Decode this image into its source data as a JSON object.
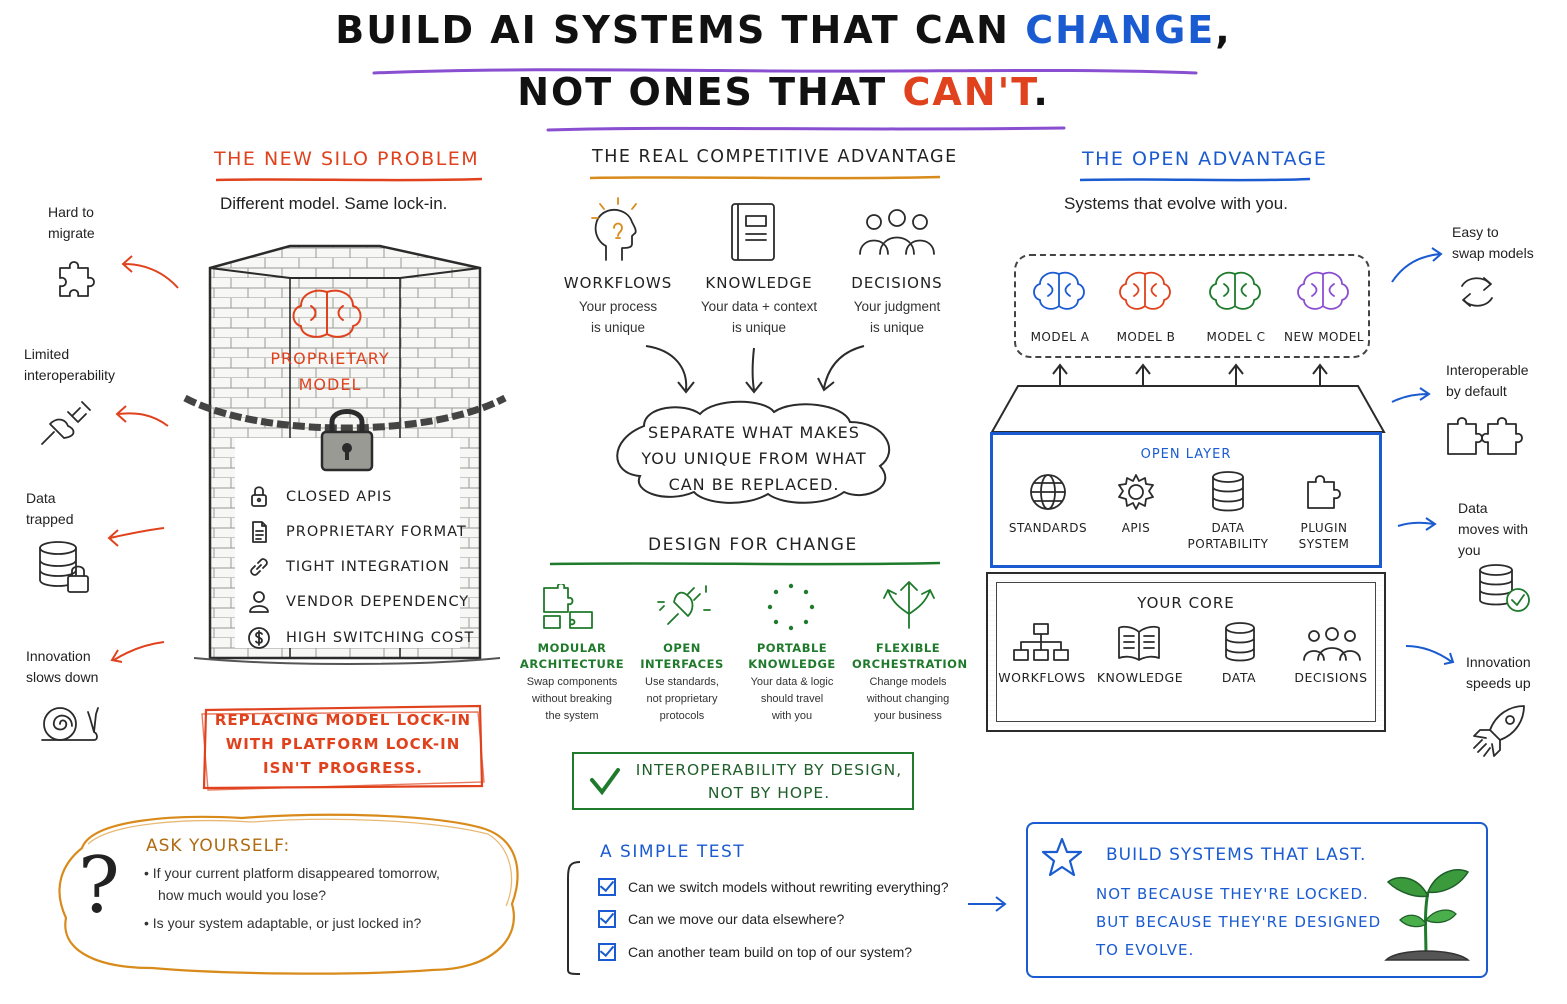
{
  "title": {
    "line1_prefix": "Build AI systems that can ",
    "line1_highlight": "change",
    "line1_suffix": ",",
    "line2_prefix": "not ones that ",
    "line2_highlight": "can't",
    "line2_suffix": "."
  },
  "colors": {
    "red": "#e0421d",
    "blue": "#1a5bd1",
    "green": "#1f7a2c",
    "orange": "#d88b1a",
    "purple": "#8a4fd1"
  },
  "left": {
    "heading": "The new silo problem",
    "subtitle": "Different model. Same lock-in.",
    "tower_label_line1": "Proprietary",
    "tower_label_line2": "Model",
    "lock_items": [
      {
        "icon": "lock-icon",
        "label": "Closed APIs"
      },
      {
        "icon": "document-icon",
        "label": "Proprietary format"
      },
      {
        "icon": "link-icon",
        "label": "Tight integration"
      },
      {
        "icon": "person-icon",
        "label": "Vendor dependency"
      },
      {
        "icon": "dollar-icon",
        "label": "High switching cost"
      }
    ],
    "side_labels": [
      {
        "line1": "Hard to",
        "line2": "migrate",
        "icon": "puzzle-icon"
      },
      {
        "line1": "Limited",
        "line2": "interoperability",
        "icon": "unplugged-icon"
      },
      {
        "line1": "Data",
        "line2": "trapped",
        "icon": "locked-database-icon"
      },
      {
        "line1": "Innovation",
        "line2": "slows down",
        "icon": "snail-icon"
      }
    ],
    "warning_line1": "Replacing model lock-in",
    "warning_line2": "with platform lock-in",
    "warning_line3": "isn't progress."
  },
  "center": {
    "heading": "The real competitive advantage",
    "pillars": [
      {
        "icon": "lightbulb-head-icon",
        "name": "Workflows",
        "desc1": "Your process",
        "desc2": "is unique"
      },
      {
        "icon": "notebook-icon",
        "name": "Knowledge",
        "desc1": "Your data + context",
        "desc2": "is unique"
      },
      {
        "icon": "people-icon",
        "name": "Decisions",
        "desc1": "Your judgment",
        "desc2": "is unique"
      }
    ],
    "cloud_line1": "Separate what makes",
    "cloud_line2": "you unique from what",
    "cloud_line3": "can be replaced.",
    "design_heading": "Design for change",
    "design_items": [
      {
        "icon": "puzzle-pieces-icon",
        "name1": "Modular",
        "name2": "architecture",
        "desc1": "Swap components",
        "desc2": "without breaking",
        "desc3": "the system"
      },
      {
        "icon": "plug-icon",
        "name1": "Open",
        "name2": "interfaces",
        "desc1": "Use standards,",
        "desc2": "not proprietary",
        "desc3": "protocols"
      },
      {
        "icon": "dot-circle-icon",
        "name1": "Portable",
        "name2": "knowledge",
        "desc1": "Your data & logic",
        "desc2": "should travel",
        "desc3": "with you"
      },
      {
        "icon": "branching-arrows-icon",
        "name1": "Flexible",
        "name2": "orchestration",
        "desc1": "Change models",
        "desc2": "without changing",
        "desc3": "your business"
      }
    ],
    "interop_line1": "Interoperability by design,",
    "interop_line2": "not by hope.",
    "test_heading": "A simple test",
    "test_items": [
      "Can we switch models without rewriting everything?",
      "Can we move our data elsewhere?",
      "Can another team build on top of our system?"
    ]
  },
  "right": {
    "heading": "The open advantage",
    "subtitle": "Systems that evolve with you.",
    "models": [
      "Model A",
      "Model B",
      "Model C",
      "New model"
    ],
    "open_layer_title": "Open layer",
    "open_items": [
      {
        "icon": "globe-icon",
        "line1": "Standards",
        "line2": ""
      },
      {
        "icon": "gear-icon",
        "line1": "APIs",
        "line2": ""
      },
      {
        "icon": "database-icon",
        "line1": "Data",
        "line2": "portability"
      },
      {
        "icon": "puzzle-icon",
        "line1": "Plugin",
        "line2": "system"
      }
    ],
    "core_title": "Your core",
    "core_items": [
      {
        "icon": "flowchart-icon",
        "label": "Workflows"
      },
      {
        "icon": "book-icon",
        "label": "Knowledge"
      },
      {
        "icon": "database-icon",
        "label": "Data"
      },
      {
        "icon": "people-icon",
        "label": "Decisions"
      }
    ],
    "side_labels": [
      {
        "line1": "Easy to",
        "line2": "swap models",
        "line3": "",
        "icon": "swap-arrows-icon"
      },
      {
        "line1": "Interoperable",
        "line2": "by default",
        "line3": "",
        "icon": "puzzle-pair-icon"
      },
      {
        "line1": "Data",
        "line2": "moves with",
        "line3": "you",
        "icon": "database-check-icon"
      },
      {
        "line1": "Innovation",
        "line2": "speeds up",
        "line3": "",
        "icon": "rocket-icon"
      }
    ]
  },
  "ask": {
    "heading": "Ask yourself:",
    "bullet1_line1": "If your current platform disappeared tomorrow,",
    "bullet1_line2": "how much would you lose?",
    "bullet2": "Is your system adaptable, or just locked in?"
  },
  "last": {
    "heading": "Build systems that last.",
    "line1": "Not because they're locked.",
    "line2": "But because they're designed",
    "line3": "to evolve."
  }
}
